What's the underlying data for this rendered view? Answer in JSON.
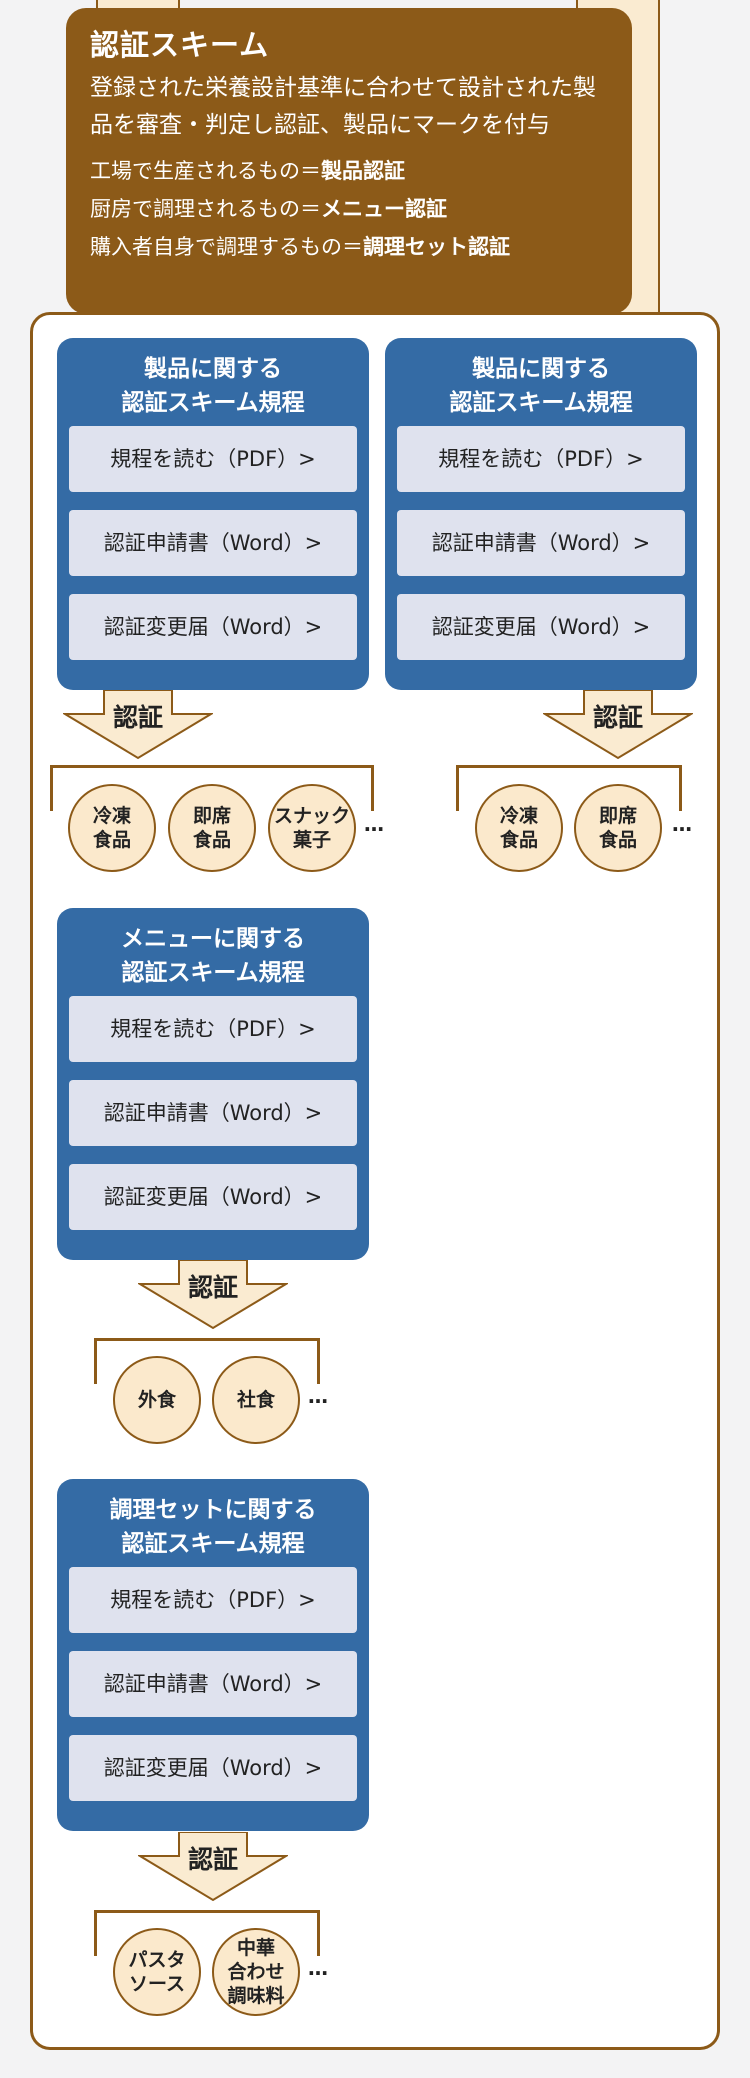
{
  "header": {
    "title": "認証スキーム",
    "description": "登録された栄養設計基準に合わせて設計された製品を審査・判定し認証、製品にマークを付与",
    "lines": [
      {
        "text": "工場で生産されるもの＝",
        "bold": "製品認証"
      },
      {
        "text": "厨房で調理されるもの＝",
        "bold": "メニュー認証"
      },
      {
        "text": "購入者自身で調理するもの＝",
        "bold": "調理セット認証"
      }
    ]
  },
  "cards": [
    {
      "title_1": "製品に関する",
      "title_2": "認証スキーム規程",
      "read": "規程を読む（PDF）>",
      "apply": "認証申請書（Word）>",
      "change": "認証変更届（Word）>"
    },
    {
      "title_1": "製品に関する",
      "title_2": "認証スキーム規程",
      "read": "規程を読む（PDF）>",
      "apply": "認証申請書（Word）>",
      "change": "認証変更届（Word）>"
    },
    {
      "title_1": "メニューに関する",
      "title_2": "認証スキーム規程",
      "read": "規程を読む（PDF）>",
      "apply": "認証申請書（Word）>",
      "change": "認証変更届（Word）>"
    },
    {
      "title_1": "調理セットに関する",
      "title_2": "認証スキーム規程",
      "read": "規程を読む（PDF）>",
      "apply": "認証申請書（Word）>",
      "change": "認証変更届（Word）>"
    }
  ],
  "arrow_label": "認証",
  "ellipsis": "…",
  "chips": {
    "g1": [
      "冷凍\n食品",
      "即席\n食品",
      "スナック\n菓子"
    ],
    "g2": [
      "冷凍\n食品",
      "即席\n食品"
    ],
    "g3": [
      "外食",
      "社食"
    ],
    "g4": [
      "パスタ\nソース",
      "中華\n合わせ\n調味料"
    ]
  },
  "colors": {
    "brown": "#8c5a18",
    "blue": "#346ba5",
    "cream": "#fbe9cc",
    "button": "#dfe2ee"
  }
}
